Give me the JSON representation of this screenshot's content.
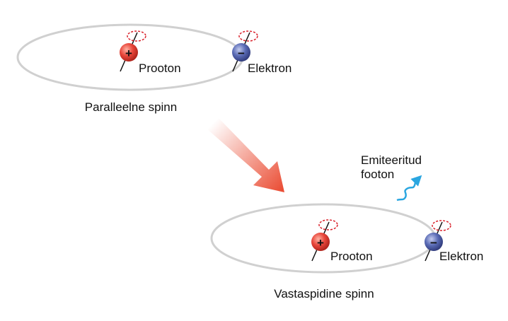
{
  "top_state": {
    "caption": "Paralleelne spinn",
    "proton_label": "Prooton",
    "electron_label": "Elektron",
    "proton_sign": "+",
    "electron_sign": "−"
  },
  "bottom_state": {
    "caption": "Vastaspidine spinn",
    "proton_label": "Prooton",
    "electron_label": "Elektron",
    "proton_sign": "+",
    "electron_sign": "−"
  },
  "photon": {
    "label_line1": "Emiteeritud",
    "label_line2": "footon"
  },
  "colors": {
    "orbit": "#d0d0d0",
    "proton": "#e8463a",
    "electron": "#5a6bb5",
    "spin": "#d9202a",
    "arrow": "#ea4c33",
    "photon": "#2aa6e0"
  }
}
